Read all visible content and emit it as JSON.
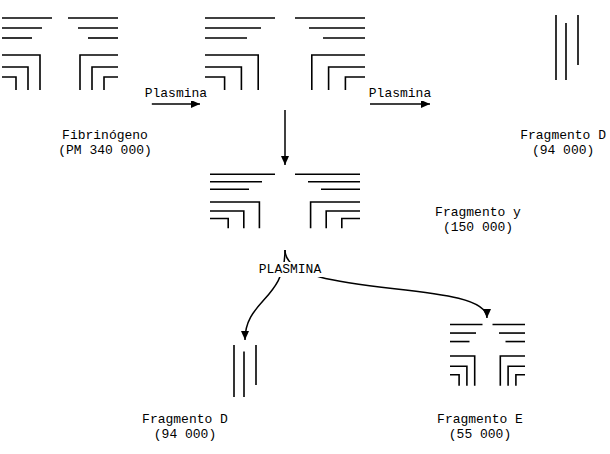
{
  "diagram": {
    "nodes": [
      {
        "text": [
          "Fibrinógeno",
          "(PM 340 000)"
        ]
      },
      {
        "text": []
      },
      {
        "text": [
          "Fragmento D",
          "(94 000)"
        ]
      },
      {
        "text": [
          "Fragmento y",
          "(150 000)"
        ]
      },
      {
        "text": [
          "Fragmento D",
          "(94 000)"
        ]
      },
      {
        "text": [
          "Fragmento E",
          "(55 000)"
        ]
      }
    ],
    "edges": [
      {
        "from": 0,
        "to": 1,
        "arrow": "to",
        "label": "Plasmina"
      },
      {
        "from": 1,
        "to": 2,
        "arrow": "to",
        "label": "Plasmina"
      },
      {
        "from": 1,
        "to": 3,
        "arrow": "to"
      },
      {
        "from": 3,
        "to": 4,
        "arrow": "to"
      },
      {
        "from": 3,
        "to": 5,
        "arrow": "to"
      }
    ],
    "labels": [
      "PLASMINA"
    ]
  }
}
